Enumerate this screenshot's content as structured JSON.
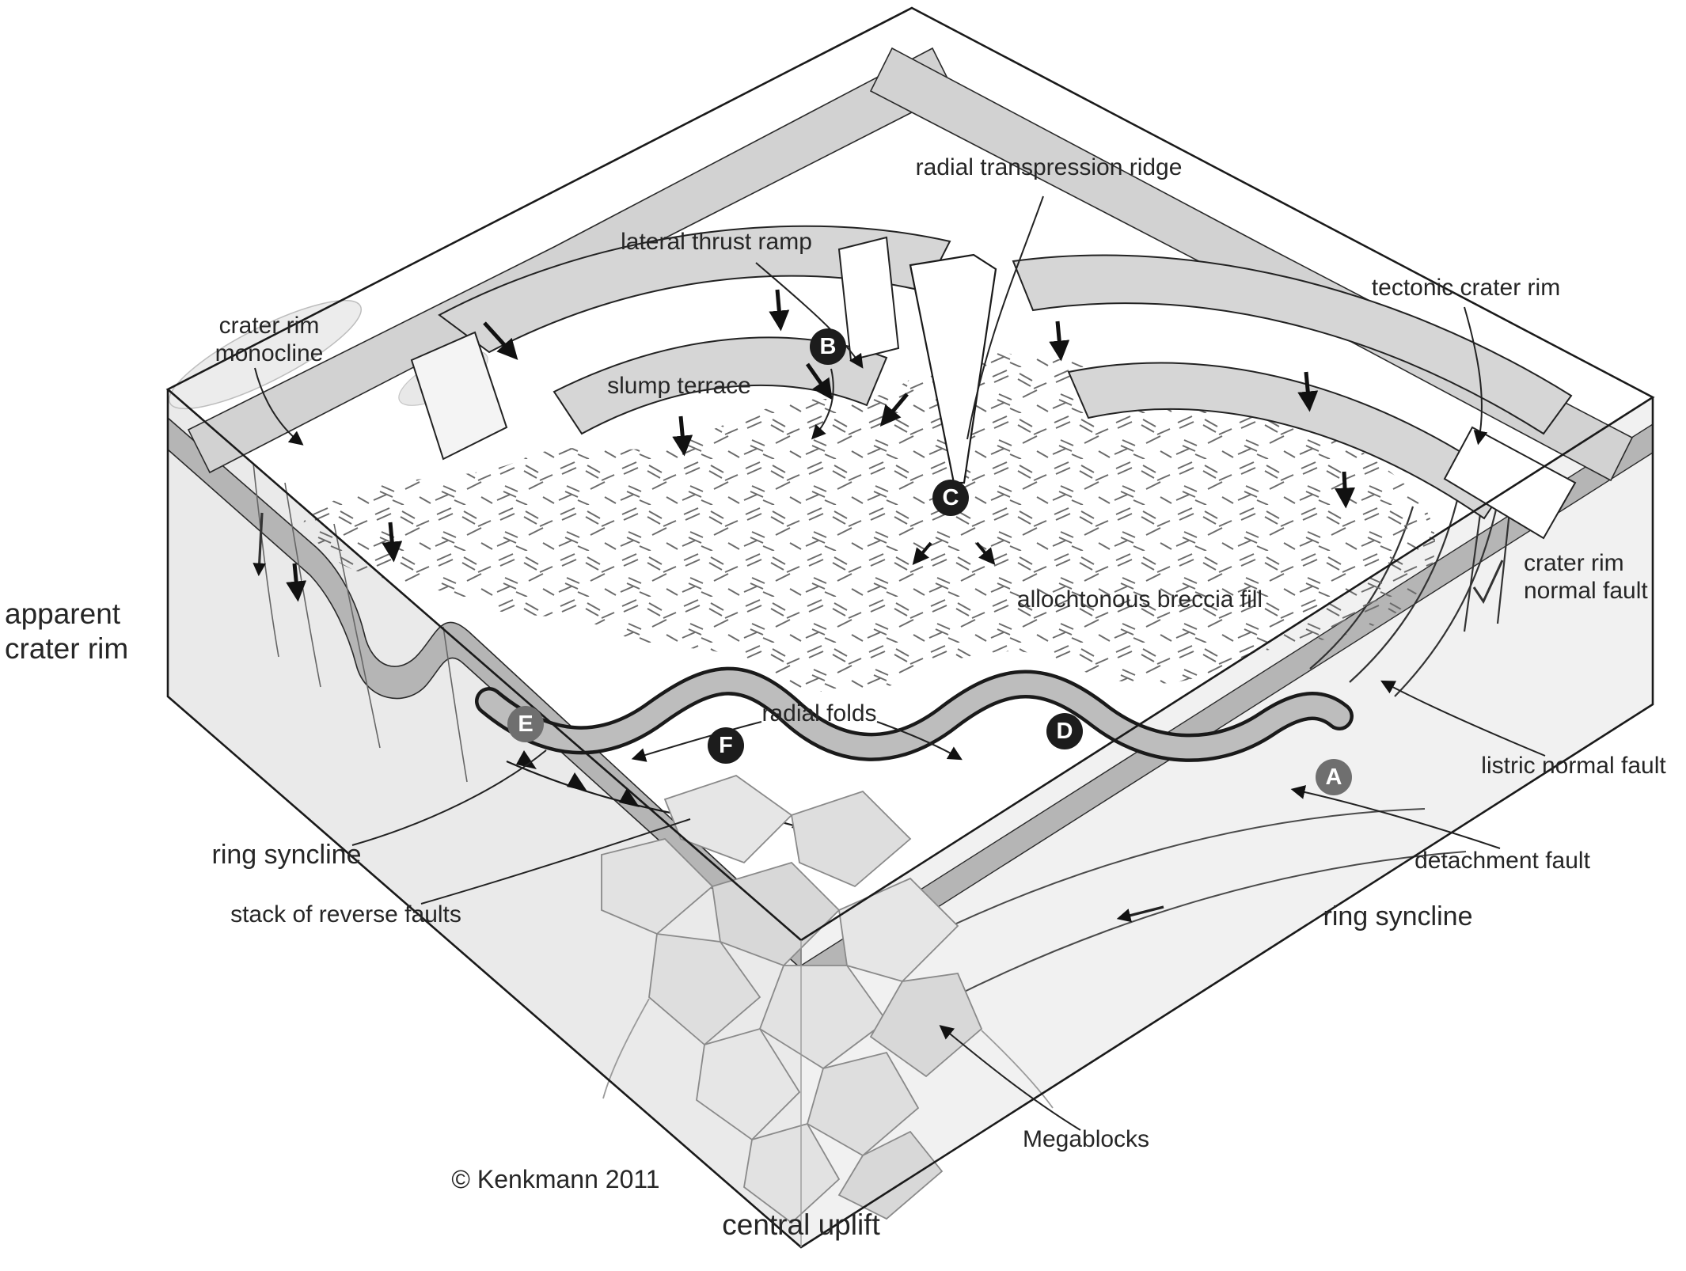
{
  "colors": {
    "outline": "#1a1a1a",
    "terrace_gray": "#d6d6d6",
    "layer_gray": "#b5b5b5",
    "badge_dark": "#1c1c1c",
    "badge_gray": "#6f6f6f"
  },
  "labels": {
    "radial_transpression_ridge": "radial transpression ridge",
    "lateral_thrust_ramp": "lateral thrust ramp",
    "tectonic_crater_rim": "tectonic crater rim",
    "crater_rim_monocline": {
      "line1": "crater rim",
      "line2": "monocline"
    },
    "slump_terrace": "slump terrace",
    "apparent_crater_rim": {
      "line1": "apparent",
      "line2": "crater rim"
    },
    "crater_rim_normal_fault": {
      "line1": "crater rim",
      "line2": "normal fault"
    },
    "allochtonous_breccia_fill": "allochtonous breccia fill",
    "radial_folds": "radial folds",
    "listric_normal_fault": "listric normal fault",
    "ring_syncline_left": "ring syncline",
    "stack_of_reverse_faults": "stack of reverse faults",
    "detachment_fault": "detachment fault",
    "ring_syncline_right": "ring syncline",
    "megablocks": "Megablocks",
    "central_uplift": "central uplift",
    "copyright": "© Kenkmann 2011"
  },
  "badges": [
    {
      "letter": "A",
      "tone": "gray"
    },
    {
      "letter": "B",
      "tone": "dark"
    },
    {
      "letter": "C",
      "tone": "dark"
    },
    {
      "letter": "D",
      "tone": "dark"
    },
    {
      "letter": "E",
      "tone": "gray"
    },
    {
      "letter": "F",
      "tone": "dark"
    }
  ]
}
